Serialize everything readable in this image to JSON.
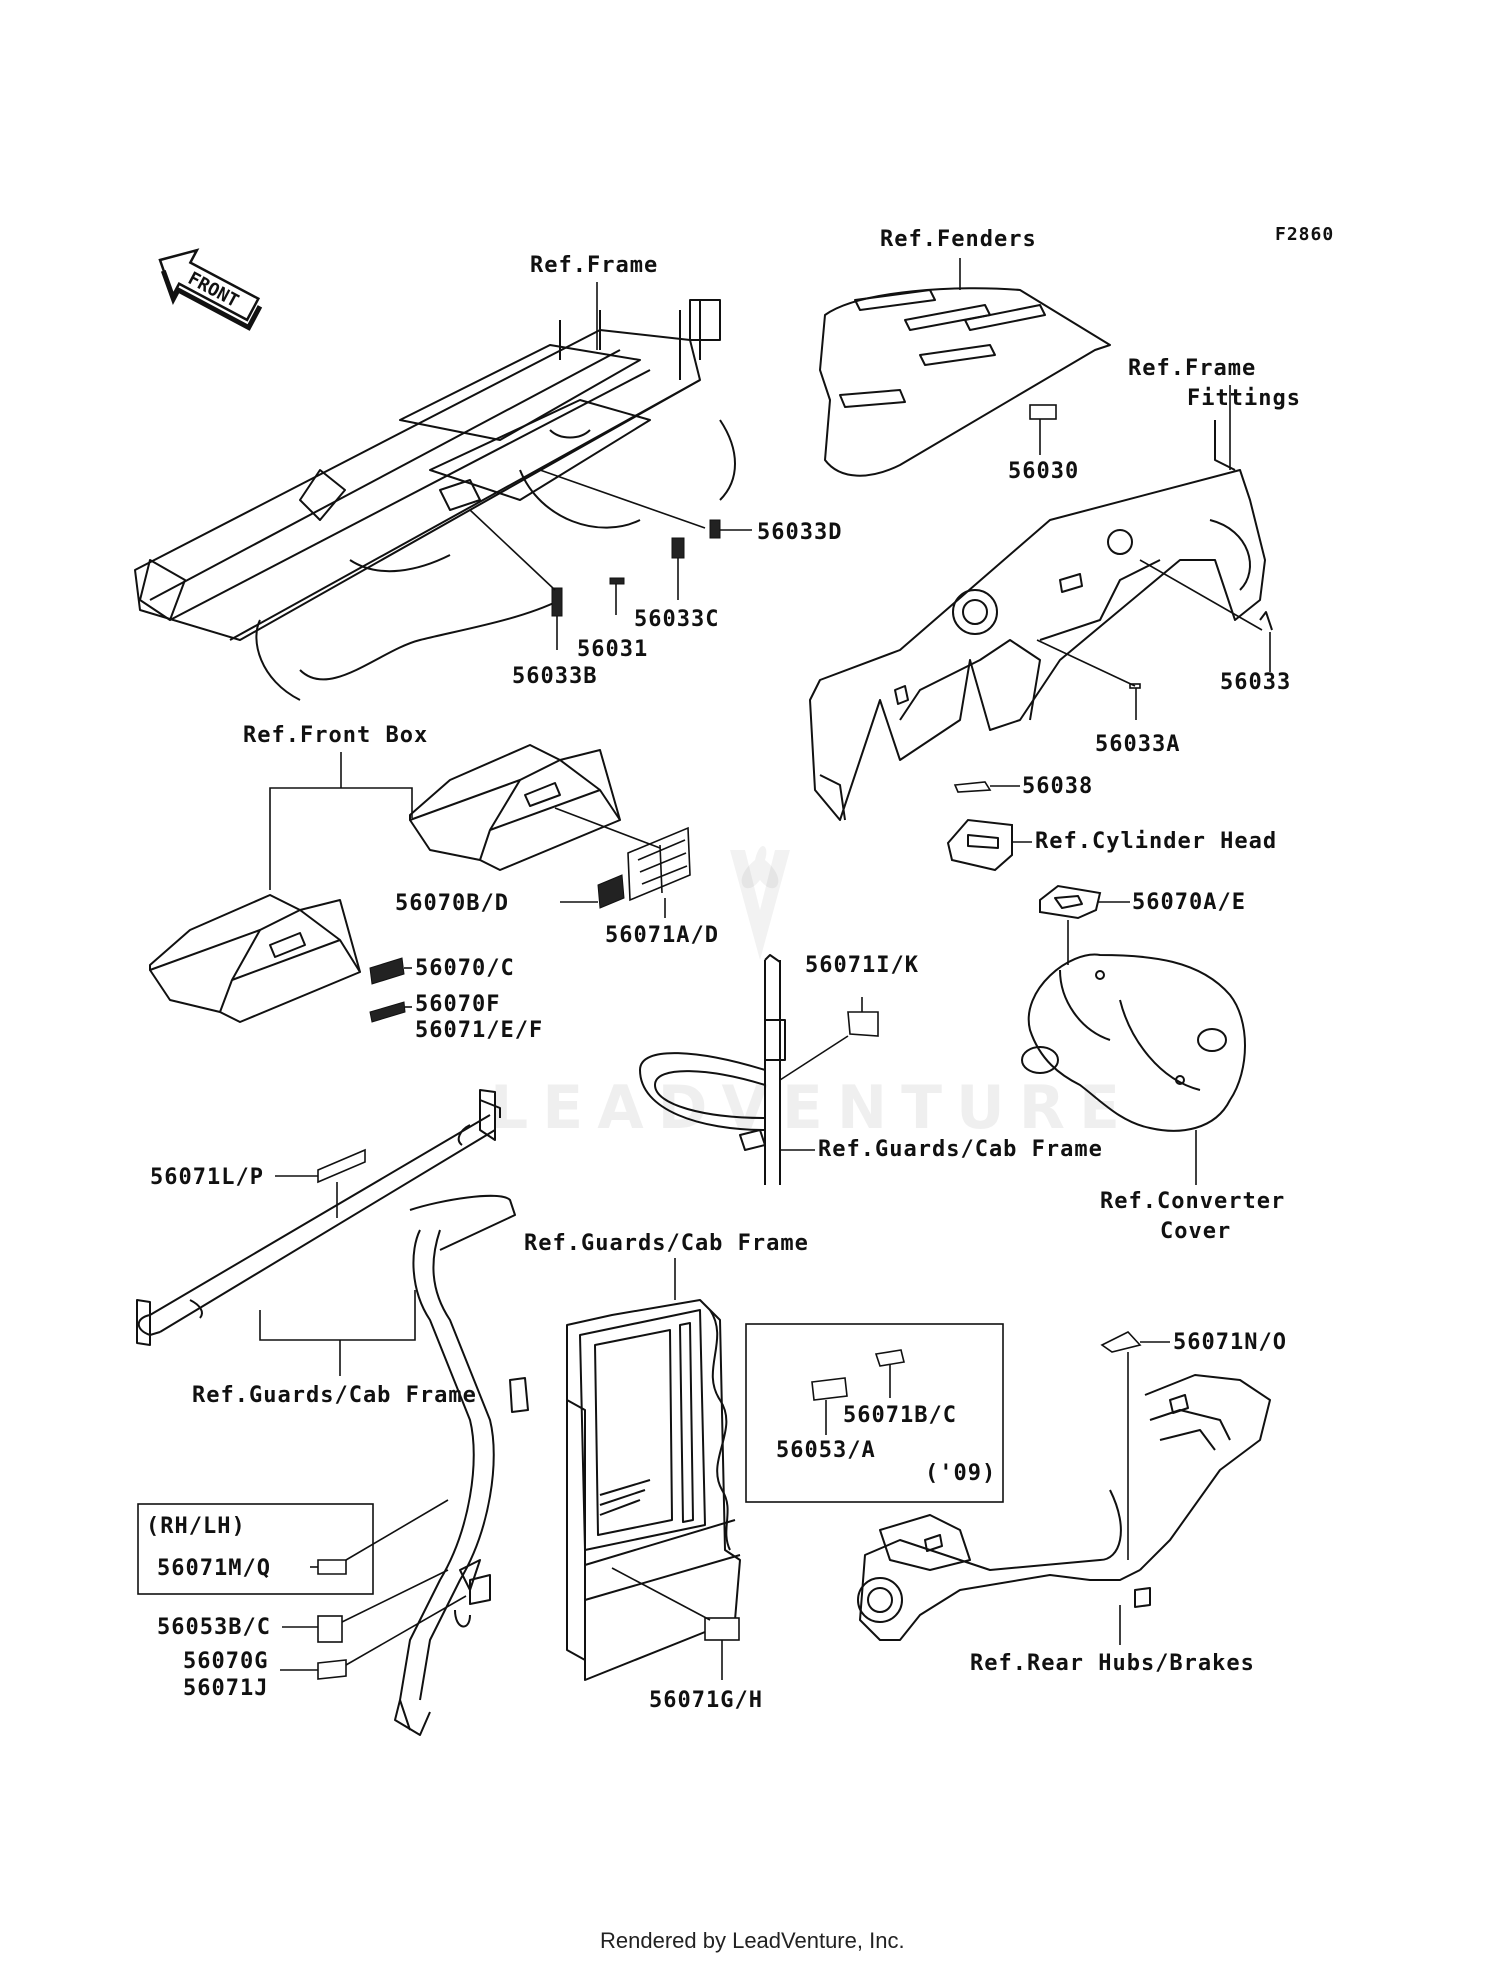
{
  "figure_code": "F2860",
  "front_arrow": "FRONT",
  "references": {
    "frame": "Ref.Frame",
    "fenders": "Ref.Fenders",
    "frame_fittings_1": "Ref.Frame",
    "frame_fittings_2": "Fittings",
    "front_box": "Ref.Front Box",
    "cylinder_head": "Ref.Cylinder Head",
    "guards_cab_frame_1": "Ref.Guards/Cab Frame",
    "guards_cab_frame_2": "Ref.Guards/Cab Frame",
    "guards_cab_frame_3": "Ref.Guards/Cab Frame",
    "converter_cover_1": "Ref.Converter",
    "converter_cover_2": "Cover",
    "rear_hubs_brakes": "Ref.Rear Hubs/Brakes"
  },
  "parts": {
    "p56033D": "56033D",
    "p56033C": "56033C",
    "p56031": "56031",
    "p56033B": "56033B",
    "p56030": "56030",
    "p56033": "56033",
    "p56033A": "56033A",
    "p56038": "56038",
    "p56070AE": "56070A/E",
    "p56070BD": "56070B/D",
    "p56071AD": "56071A/D",
    "p56070C": "56070/C",
    "p56070F": "56070F",
    "p56071EF": "56071/E/F",
    "p56071IK": "56071I/K",
    "p56071LP": "56071L/P",
    "p56071NO": "56071N/O",
    "p56071BC": "56071B/C",
    "p56053A": "56053/A",
    "p56071MQ": "56071M/Q",
    "p56053BC": "56053B/C",
    "p56070G": "56070G",
    "p56071J": "56071J",
    "p56071GH": "56071G/H"
  },
  "notes": {
    "rh_lh": "(RH/LH)",
    "year_09": "('09)"
  },
  "watermark": "LEADVENTURE",
  "footer": "Rendered by LeadVenture, Inc."
}
